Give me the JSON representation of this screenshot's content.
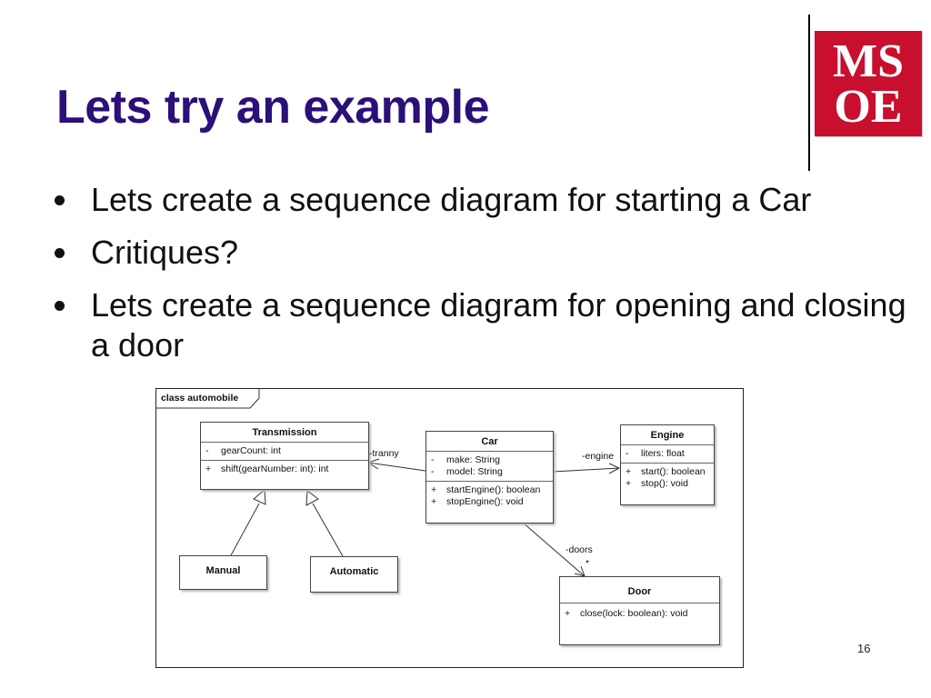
{
  "slide": {
    "title": "Lets try an example",
    "logo": {
      "line1": "MS",
      "line2": "OE",
      "color": "#c8102e"
    },
    "bullets": [
      "Lets create a sequence diagram for starting a Car",
      "Critiques?",
      "Lets create a sequence diagram for opening and closing a door"
    ],
    "page_number": "16"
  },
  "diagram": {
    "frame_label": "class automobile",
    "classes": {
      "transmission": {
        "name": "Transmission",
        "attributes": [
          {
            "vis": "-",
            "text": "gearCount: int"
          }
        ],
        "operations": [
          {
            "vis": "+",
            "text": "shift(gearNumber: int): int"
          }
        ]
      },
      "car": {
        "name": "Car",
        "attributes": [
          {
            "vis": "-",
            "text": "make: String"
          },
          {
            "vis": "-",
            "text": "model: String"
          }
        ],
        "operations": [
          {
            "vis": "+",
            "text": "startEngine(): boolean"
          },
          {
            "vis": "+",
            "text": "stopEngine(): void"
          }
        ]
      },
      "engine": {
        "name": "Engine",
        "attributes": [
          {
            "vis": "-",
            "text": "liters: float"
          }
        ],
        "operations": [
          {
            "vis": "+",
            "text": "start(): boolean"
          },
          {
            "vis": "+",
            "text": "stop(): void"
          }
        ]
      },
      "door": {
        "name": "Door",
        "operations": [
          {
            "vis": "+",
            "text": "close(lock: boolean): void"
          }
        ]
      },
      "manual": {
        "name": "Manual"
      },
      "automatic": {
        "name": "Automatic"
      }
    },
    "associations": {
      "tranny": "-tranny",
      "engine": "-engine",
      "doors": "-doors",
      "doors_multiplicity": "*"
    }
  }
}
